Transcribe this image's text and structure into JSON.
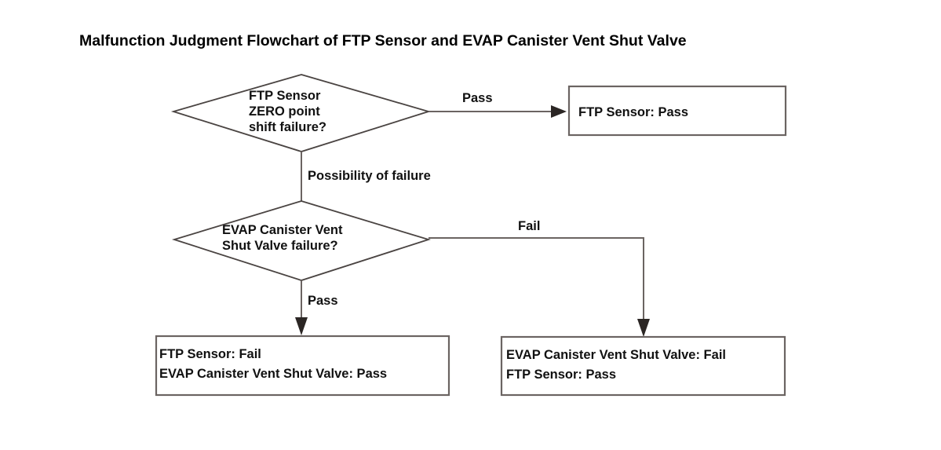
{
  "title": "Malfunction Judgment Flowchart of FTP Sensor and EVAP Canister Vent Shut Valve",
  "colors": {
    "background": "#ffffff",
    "node_stroke": "#4a4442",
    "box_stroke": "#6b6462",
    "edge_stroke": "#6b6462",
    "arrow_fill": "#2b2624",
    "text": "#111111"
  },
  "nodes": {
    "decision_ftp": {
      "shape": "diamond",
      "line1": "FTP Sensor",
      "line2": "ZERO point",
      "line3": "shift failure?"
    },
    "decision_evap": {
      "shape": "diamond",
      "line1": "EVAP Canister Vent",
      "line2": "Shut Valve failure?"
    },
    "result_ftp_pass": {
      "shape": "rectangle",
      "line1": "FTP Sensor: Pass"
    },
    "result_ftp_fail": {
      "shape": "rectangle",
      "line1": "FTP Sensor: Fail",
      "line2": "EVAP Canister Vent Shut Valve: Pass"
    },
    "result_evap_fail": {
      "shape": "rectangle",
      "line1": "EVAP Canister Vent Shut Valve: Fail",
      "line2": "FTP Sensor: Pass"
    }
  },
  "edges": {
    "ftp_pass_label": "Pass",
    "possibility_label": "Possibility of failure",
    "evap_fail_label": "Fail",
    "evap_pass_label": "Pass"
  }
}
